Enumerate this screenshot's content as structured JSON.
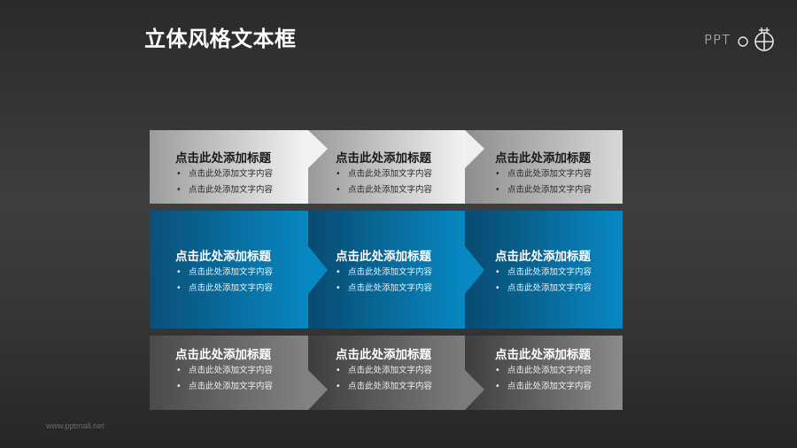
{
  "header": {
    "title": "立体风格文本框",
    "logo_text": "PPT",
    "logo_icon": "pptmall-logo-icon"
  },
  "footer": {
    "url_text": "www.pptmall.net"
  },
  "colors": {
    "background": "#333333",
    "row1_light": "#e6e6e6",
    "row1_dark": "#9a9a9a",
    "row2_light": "#0680b8",
    "row2_dark": "#0a4c74",
    "row3_light": "#7a7a7a",
    "row3_dark": "#454545"
  },
  "rows": [
    {
      "style": "light",
      "cells": [
        {
          "title": "点击此处添加标题",
          "bullets": [
            "点击此处添加文字内容",
            "点击此处添加文字内容"
          ]
        },
        {
          "title": "点击此处添加标题",
          "bullets": [
            "点击此处添加文字内容",
            "点击此处添加文字内容"
          ]
        },
        {
          "title": "点击此处添加标题",
          "bullets": [
            "点击此处添加文字内容",
            "点击此处添加文字内容"
          ]
        }
      ]
    },
    {
      "style": "blue",
      "cells": [
        {
          "title": "点击此处添加标题",
          "bullets": [
            "点击此处添加文字内容",
            "点击此处添加文字内容"
          ]
        },
        {
          "title": "点击此处添加标题",
          "bullets": [
            "点击此处添加文字内容",
            "点击此处添加文字内容"
          ]
        },
        {
          "title": "点击此处添加标题",
          "bullets": [
            "点击此处添加文字内容",
            "点击此处添加文字内容"
          ]
        }
      ]
    },
    {
      "style": "gray",
      "cells": [
        {
          "title": "点击此处添加标题",
          "bullets": [
            "点击此处添加文字内容",
            "点击此处添加文字内容"
          ]
        },
        {
          "title": "点击此处添加标题",
          "bullets": [
            "点击此处添加文字内容",
            "点击此处添加文字内容"
          ]
        },
        {
          "title": "点击此处添加标题",
          "bullets": [
            "点击此处添加文字内容",
            "点击此处添加文字内容"
          ]
        }
      ]
    }
  ],
  "bullet_glyph": "•"
}
